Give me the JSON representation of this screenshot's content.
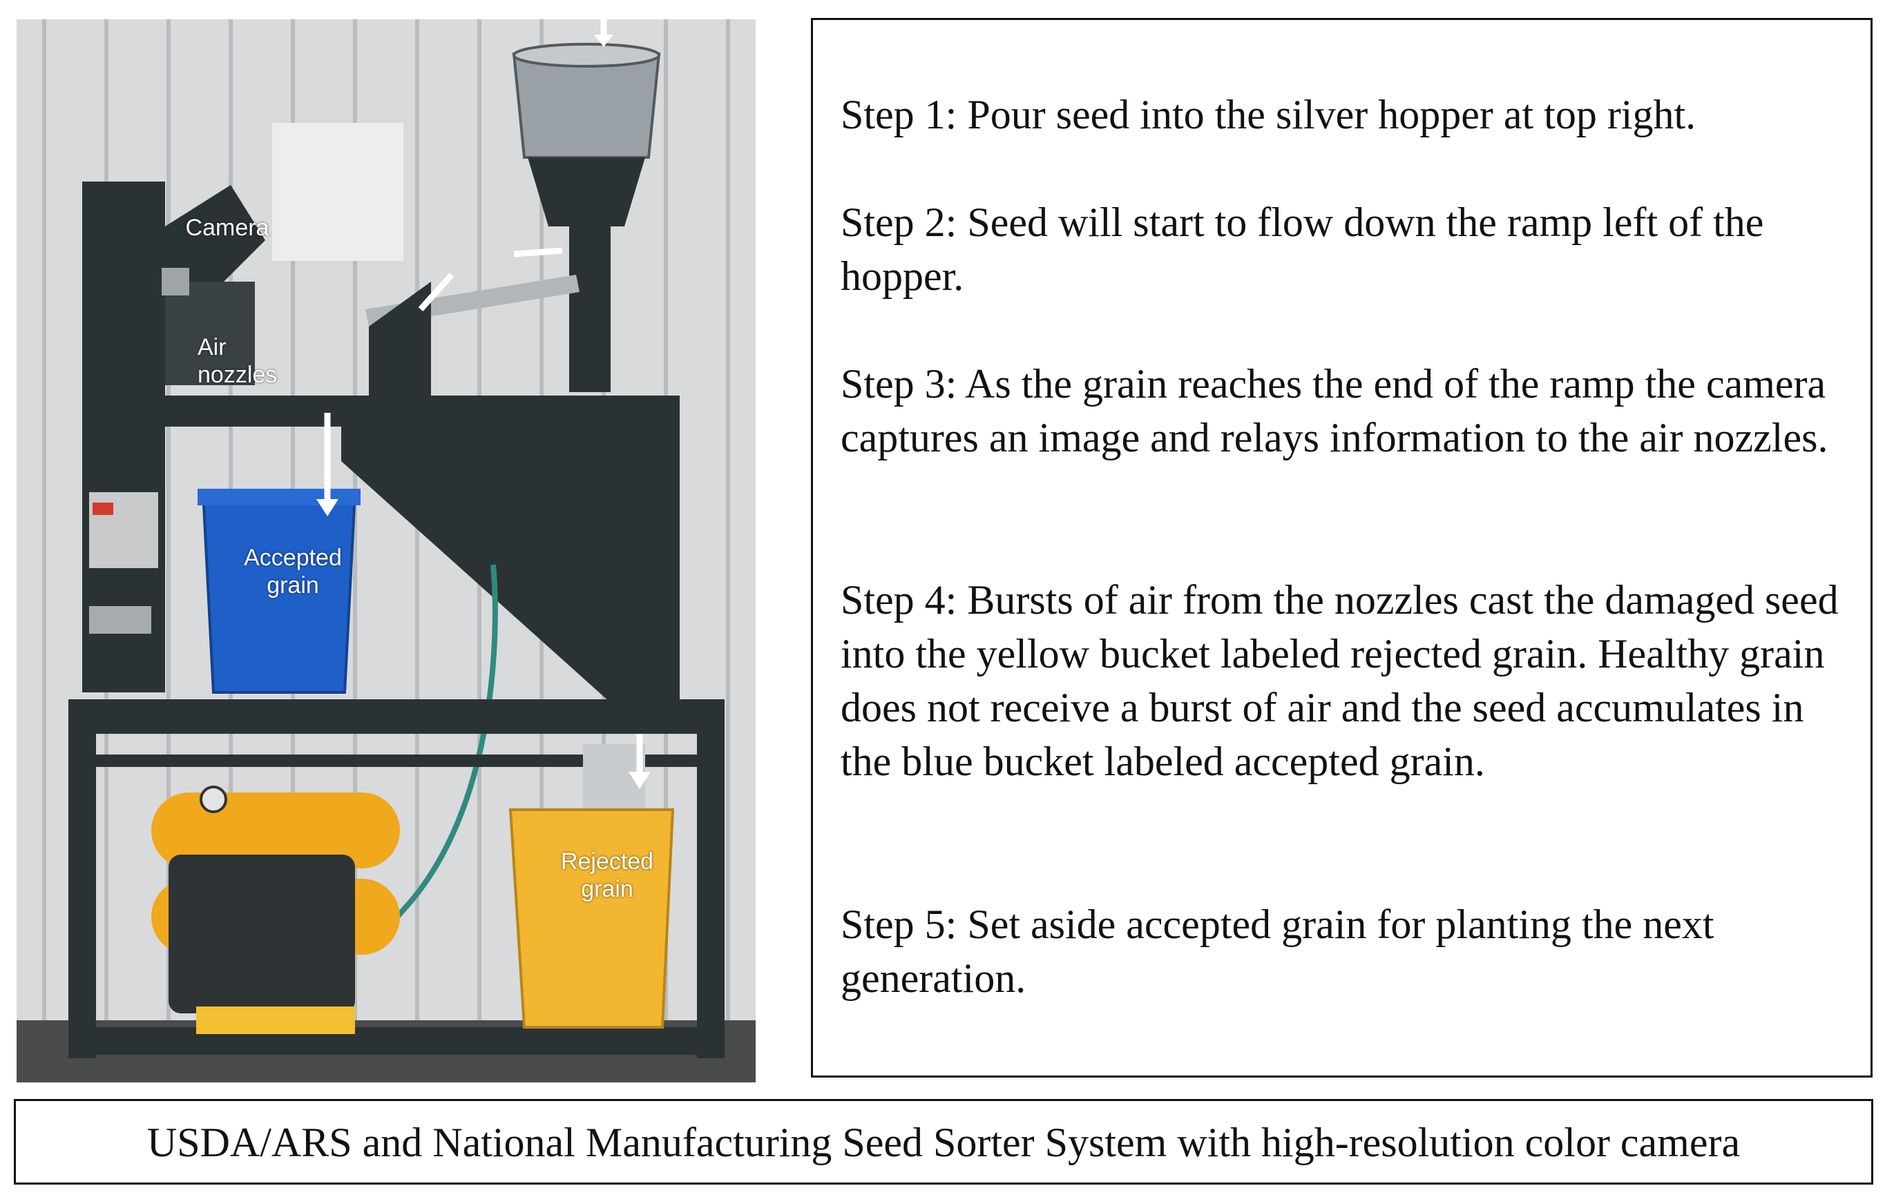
{
  "photo": {
    "labels": {
      "camera": "Camera",
      "air_nozzles": "Air\nnozzles",
      "accepted": "Accepted\ngrain",
      "rejected": "Rejected\ngrain"
    },
    "colors": {
      "accepted_bucket": "#1f5fc8",
      "rejected_bucket": "#f2b630",
      "machine": "#2b3234",
      "hopper": "#9aa1a6",
      "compressor": "#f0a81c"
    }
  },
  "steps": [
    "Step 1: Pour seed into the silver hopper at top right.",
    "Step 2: Seed will start to flow down the ramp left of the hopper.",
    "Step 3: As the grain reaches the end of the ramp the camera captures an image and relays information to the air nozzles.",
    "Step 4: Bursts of air from the nozzles cast the damaged seed into the yellow bucket labeled rejected grain. Healthy grain does not receive a burst of air and the seed accumulates in the blue bucket labeled accepted grain.",
    "Step 5: Set aside accepted grain for planting the next generation."
  ],
  "caption": "USDA/ARS and National Manufacturing Seed Sorter System with high-resolution color camera"
}
